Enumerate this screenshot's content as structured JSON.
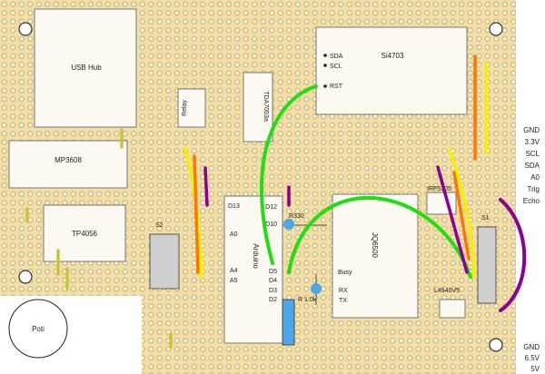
{
  "colors": {
    "board": "#f2dfa8",
    "hole": "#ffffff",
    "pad": "#d9c284",
    "trace_cut": "#222222",
    "wire_green": "#22dd11",
    "wire_orange": "#ff7700",
    "wire_yellow": "#f4f000",
    "wire_purple": "#8a0096",
    "wire_olive": "#c9c23a",
    "module_fill": "rgba(255,255,255,0.85)",
    "module_stroke": "#777777",
    "resistor_blue": "#4fa6e6",
    "connector_grey": "#cfcfcf"
  },
  "modules": {
    "usb_hub": "USB Hub",
    "si4703": "Si4703",
    "relay": "Relay",
    "tda": "TDA7053a",
    "mp3608": "MP3608",
    "tp4056": "TP4056",
    "jq6500": "JQ6500",
    "irf": "IRF5305",
    "l4940": "L4940V5",
    "arduino": "Arduino",
    "poti": "Poti"
  },
  "si4703_pins": [
    "SDA",
    "SCL",
    "RST"
  ],
  "arduino_pins": {
    "left": [
      "D13",
      "A0",
      "A4",
      "A5"
    ],
    "right": [
      "D12",
      "D10",
      "D5",
      "D4",
      "D3",
      "D2"
    ]
  },
  "jq6500_pins": [
    "Busy",
    "RX",
    "TX"
  ],
  "connectors": {
    "s1": "S1",
    "s2": "S2"
  },
  "resistors": {
    "r330": "R330",
    "r1k": "R 1.0k"
  },
  "side_labels_top": [
    "GND",
    "3.3V",
    "SCL",
    "SDA",
    "A0",
    "Trig",
    "Echo"
  ],
  "side_labels_bottom": [
    "GND",
    "6.5V",
    "5V"
  ]
}
